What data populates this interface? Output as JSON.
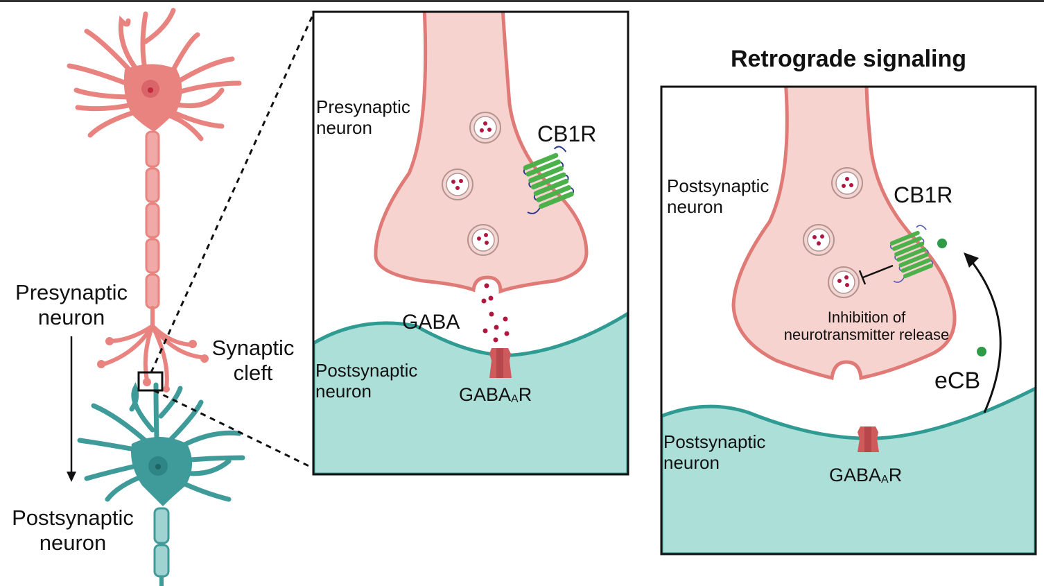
{
  "figure": {
    "colors": {
      "presynaptic_fill": "#f7d3cf",
      "presynaptic_stroke": "#e07a76",
      "neuron_pink": "#e8837f",
      "neuron_teal": "#3f9a9a",
      "postsynaptic_fill": "#addfd9",
      "postsynaptic_stroke": "#2f9b92",
      "gaba_dot": "#b0173f",
      "receptor": "#cf5a5c",
      "cb1r_green": "#4cb14a",
      "cb1r_loop": "#2f3b8a",
      "ecb_green": "#2f9a48"
    },
    "left_panel": {
      "presynaptic_label": [
        "Presynaptic",
        "neuron"
      ],
      "postsynaptic_label": [
        "Postsynaptic",
        "neuron"
      ],
      "synaptic_cleft_label": [
        "Synaptic",
        "cleft"
      ]
    },
    "middle_panel": {
      "presynaptic_label": [
        "Presynaptic",
        "neuron"
      ],
      "postsynaptic_label": [
        "Postsynaptic",
        "neuron"
      ],
      "cb1r_label": "CB1R",
      "gaba_label": "GABA",
      "gabaar_label_main": "GABA",
      "gabaar_label_sub": "A",
      "gabaar_label_tail": "R"
    },
    "right_panel": {
      "title": "Retrograde signaling",
      "upper_neuron_label": [
        "Postsynaptic",
        "neuron"
      ],
      "lower_neuron_label": [
        "Postsynaptic",
        "neuron"
      ],
      "cb1r_label": "CB1R",
      "inhibition_label": [
        "Inhibition of",
        "neurotransmitter release"
      ],
      "ecb_label": "eCB",
      "gabaar_label_main": "GABA",
      "gabaar_label_sub": "A",
      "gabaar_label_tail": "R"
    }
  }
}
